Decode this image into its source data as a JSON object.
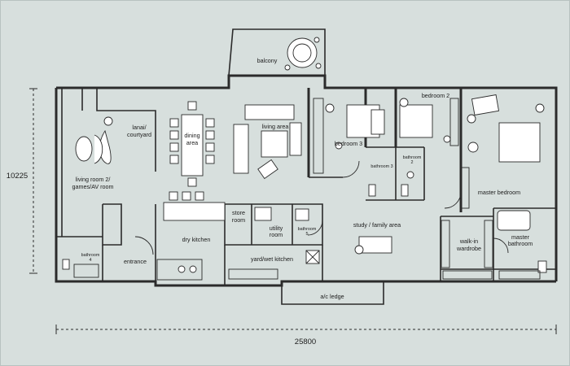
{
  "plan": {
    "rooms": {
      "balcony": "balcony",
      "lanai_1": "lanai/",
      "lanai_2": "courtyard",
      "dining_1": "dining",
      "dining_2": "area",
      "living_area": "living area",
      "bedroom3": "bedroom 3",
      "bedroom2": "bedroom 2",
      "living2_1": "living room 2/",
      "living2_2": "games/AV room",
      "bathroom2_1": "bathroom",
      "bathroom2_2": "2",
      "bathroom3": "bathroom 3",
      "master_bedroom": "master bedroom",
      "store_1": "store",
      "store_2": "room",
      "utility_1": "utility",
      "utility_2": "room",
      "bathroom5_1": "bathroom",
      "bathroom5_2": "5",
      "study": "study / family area",
      "dry_kitchen": "dry kitchen",
      "walkin_1": "walk-in",
      "walkin_2": "wardrobe",
      "master_bath_1": "master",
      "master_bath_2": "bathroom",
      "bathroom4_1": "bathroom",
      "bathroom4_2": "4",
      "entrance": "entrance",
      "yard": "yard/wet kitchen",
      "ac_ledge": "a/c ledge"
    },
    "dimensions": {
      "height": "10225",
      "width": "25800"
    }
  }
}
